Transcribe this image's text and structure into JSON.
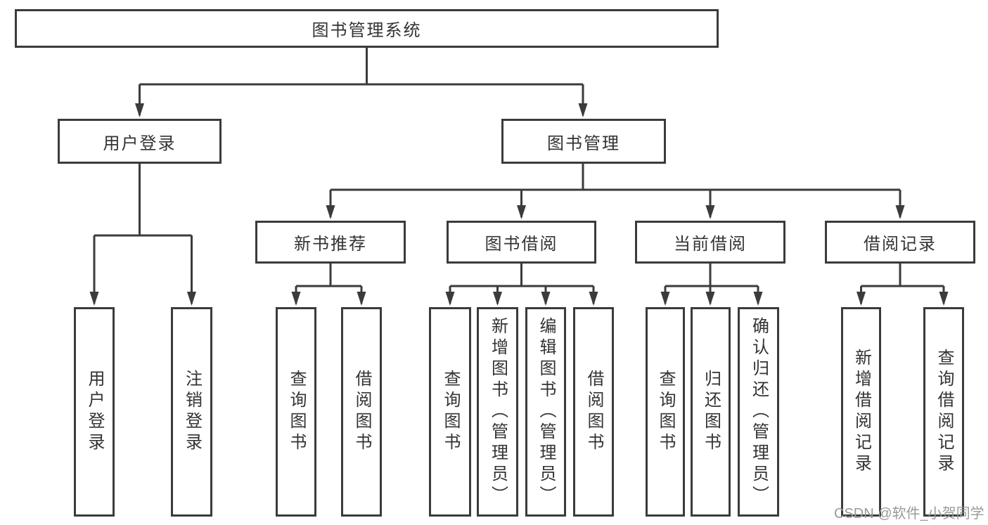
{
  "diagram": {
    "title": "图书管理系统",
    "root": {
      "label": "图书管理系统"
    },
    "branches": {
      "user_login": {
        "label": "用户登录",
        "children": {
          "login": {
            "label": "用户登录"
          },
          "logout": {
            "label": "注销登录"
          }
        }
      },
      "book_manage": {
        "label": "图书管理",
        "children": {
          "new_book": {
            "label": "新书推荐",
            "children": {
              "query": {
                "label": "查询图书"
              },
              "borrow": {
                "label": "借阅图书"
              }
            }
          },
          "borrow": {
            "label": "图书借阅",
            "children": {
              "query": {
                "label": "查询图书"
              },
              "add": {
                "label": "新增图书（管理员）"
              },
              "edit": {
                "label": "编辑图书（管理员）"
              },
              "borrow": {
                "label": "借阅图书"
              }
            }
          },
          "current": {
            "label": "当前借阅",
            "children": {
              "query": {
                "label": "查询图书"
              },
              "return": {
                "label": "归还图书"
              },
              "confirm": {
                "label": "确认归还（管理员）"
              }
            }
          },
          "records": {
            "label": "借阅记录",
            "children": {
              "add": {
                "label": "新增借阅记录"
              },
              "query": {
                "label": "查询借阅记录"
              }
            }
          }
        }
      }
    }
  },
  "watermark": {
    "text": "CSDN @软件_小贺同学"
  },
  "colors": {
    "line": "#3b3b3b",
    "text": "#333333",
    "background": "#ffffff",
    "watermark": "#9a9a9a"
  }
}
